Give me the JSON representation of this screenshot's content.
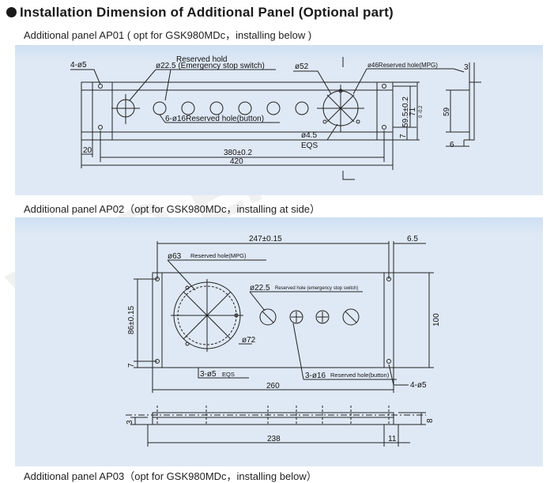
{
  "title": "Installation Dimension of Additional Panel (Optional part)",
  "captions": {
    "ap01": "Additional panel AP01 ( opt for GSK980MDc，installing below )",
    "ap02": "Additional panel AP02（opt for GSK980MDc，installing at side）",
    "ap03": "Additional panel AP03（opt for GSK980MDc，installing below）"
  },
  "watermark": "WED E.TSK",
  "ap01": {
    "holes_4x5": "4-ø5",
    "reserved_hold": "Reserved hold",
    "emergency": "ø22.5 (Emergency stop switch)",
    "phi52": "ø52",
    "mpg": "ø46Reserved hole(MPG)",
    "dim3": "3",
    "buttons": "6-ø16Reserved hole(button)",
    "eqs_dia": "ø4.5",
    "eqs": "EQS",
    "dim20": "20",
    "dim380": "380±0.2",
    "dim420": "420",
    "dim59_5": "59.5±0.2",
    "dim71": "71",
    "dim71tol": "0 -0.2",
    "dim7": "7",
    "dim59": "59",
    "dim6": "6"
  },
  "ap02": {
    "dim247": "247±0.15",
    "dim6_5": "6.5",
    "phi63_num": "ø63",
    "phi63_txt": "Reserved hole(MPG)",
    "phi22_num": "ø22.5",
    "phi22_txt": "Reserved hole (emergency stop switch)",
    "dim86": "86±0.15",
    "dim100": "100",
    "phi72": "ø72",
    "dim7": "7",
    "eqs3_num": "3-ø5",
    "eqs3_txt": "EQS",
    "btn3_num": "3-ø16",
    "btn3_txt": "Reserved hole(button)",
    "dim260": "260",
    "holes4": "4-ø5",
    "dim3": "3",
    "dim8": "8",
    "dim238": "238",
    "dim11": "11"
  }
}
